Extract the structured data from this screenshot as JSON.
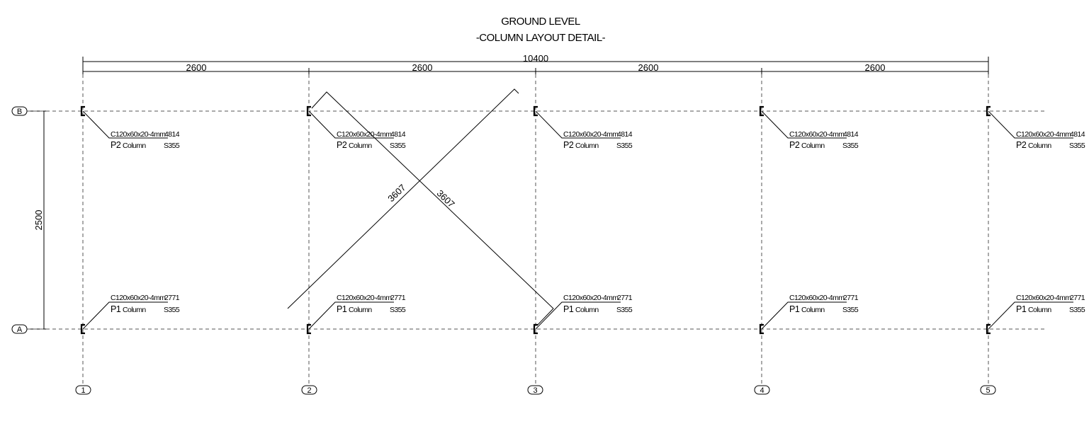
{
  "title": {
    "line1": "GROUND LEVEL",
    "line2": "-COLUMN LAYOUT DETAIL-"
  },
  "dimensions": {
    "overall": "10400",
    "bays": [
      "2600",
      "2600",
      "2600",
      "2600"
    ],
    "vertical": "2500",
    "brace_1": "3607",
    "brace_2": "3607"
  },
  "grid_rows": [
    "B",
    "A"
  ],
  "grid_cols": [
    "1",
    "2",
    "3",
    "4",
    "5"
  ],
  "column_tags": {
    "row_B": {
      "section": "C120x60x20-4mm",
      "length": "4814",
      "mark": "P2",
      "type": "Column",
      "grade": "S355"
    },
    "row_A": {
      "section": "C120x60x20-4mm",
      "length": "2771",
      "mark": "P1",
      "type": "Column",
      "grade": "S355"
    }
  }
}
